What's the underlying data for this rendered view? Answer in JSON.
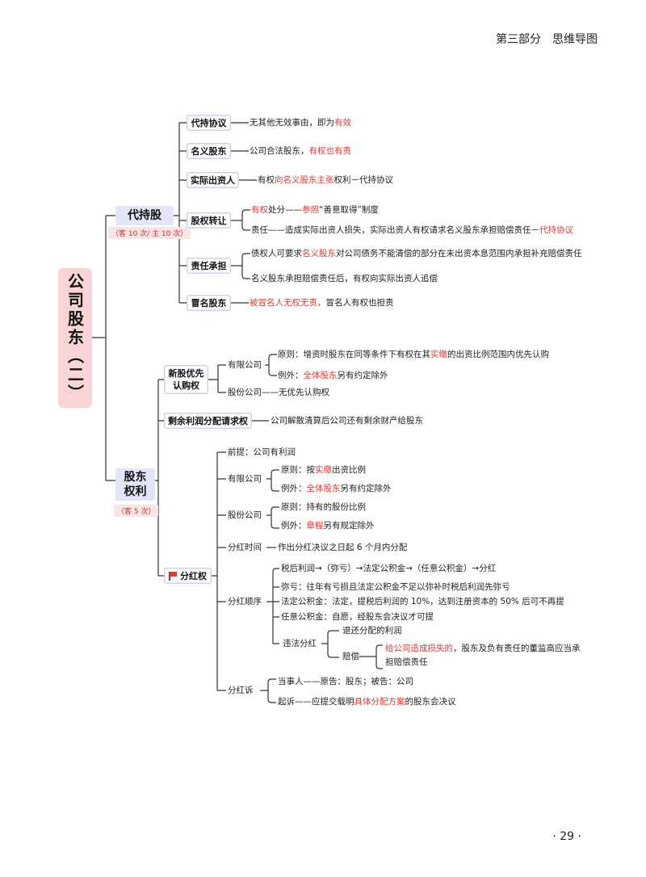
{
  "header": {
    "section": "第三部分　思维导图"
  },
  "page_number": "· 29 ·",
  "root": {
    "title": "公司股东（二）"
  },
  "daichi": {
    "title": "代持股",
    "note": "（客 10 次/ 主 10 次）",
    "agreement": {
      "label": "代持协议",
      "text1": "无其他无效事由，即为",
      "text2": "有效"
    },
    "nominal": {
      "label": "名义股东",
      "text1": "公司合法股东，",
      "text2": "有权也有责"
    },
    "actual": {
      "label": "实际出资人",
      "text1": "有权",
      "text2": "向名义股东主张",
      "text3": "权利－代持协议"
    },
    "transfer": {
      "label": "股权转让",
      "l1a": "有权",
      "l1b": "处分——",
      "l1c": "参照",
      "l1d": "“善意取得”制度",
      "l2a": "责任——造成实际出资人损失，实际出资人有权请求名义股东承担赔偿责任－",
      "l2b": "代持协议"
    },
    "liability": {
      "label": "责任承担",
      "l1a": "债权人可要求",
      "l1b": "名义股东",
      "l1c": "对公司债务不能清偿的部分在未出资本息范围内承担补充赔偿责任",
      "l2": "名义股东承担赔偿责任后，有权向实际出资人追偿"
    },
    "impersonation": {
      "label": "冒名股东",
      "text1": "被冒名人无权无责，",
      "text2": "冒名人有权也担责"
    }
  },
  "rights": {
    "title": "股东权利",
    "note": "（客 5 次）",
    "preemptive": {
      "label": "新股优先认购权",
      "ltd": "有限公司",
      "principle": {
        "a": "原则：增资时股东在同等条件下有权在其",
        "b": "实缴",
        "c": "的出资比例范围内优先认购"
      },
      "exception": {
        "a": "例外：",
        "b": "全体股东",
        "c": "另有约定除外"
      },
      "joint": "股份公司——无优先认购权"
    },
    "residual": {
      "label": "剩余利润分配请求权",
      "text": "公司解散清算后公司还有剩余财产给股东"
    },
    "dividend": {
      "label": "分红权",
      "premise": "前提：公司有利润",
      "ltd": "有限公司",
      "ltd_principle": {
        "a": "原则：按",
        "b": "实缴",
        "c": "出资比例"
      },
      "ltd_exception": {
        "a": "例外：",
        "b": "全体股东",
        "c": "另有约定除外"
      },
      "jsc": "股份公司",
      "jsc_principle": "原则：持有的股份比例",
      "jsc_exception": {
        "a": "例外：",
        "b": "章程",
        "c": "另有规定除外"
      },
      "timing_label": "分红时间",
      "timing_text": "作出分红决议之日起 6 个月内分配",
      "order_label": "分红顺序",
      "order1": "税后利润→（弥亏）→法定公积金→（任意公积金）→分红",
      "order2": "弥亏：往年有亏损且法定公积金不足以弥补时税后利润先弥亏",
      "order3": "法定公积金：法定，提税后利润的 10%，达到注册资本的 50% 后可不再提",
      "order4": "任意公积金：自愿，经股东会决议才可提",
      "illegal_label": "违法分红",
      "illegal1": "退还分配的利润",
      "comp_label": "赔偿",
      "comp1a": "给公司造成损失的",
      "comp1b": "，股东及负有责任的董监高应当承",
      "comp2": "担赔偿责任",
      "suit_label": "分红诉",
      "suit1": "当事人——原告：股东；被告：公司",
      "suit2a": "起诉——应提交载明",
      "suit2b": "具体分配方案",
      "suit2c": "的股东会决议"
    }
  },
  "colors": {
    "accent_red": "#e53935",
    "node_blue": "#e4e5f6",
    "root_pink": "#f8d4d4"
  }
}
